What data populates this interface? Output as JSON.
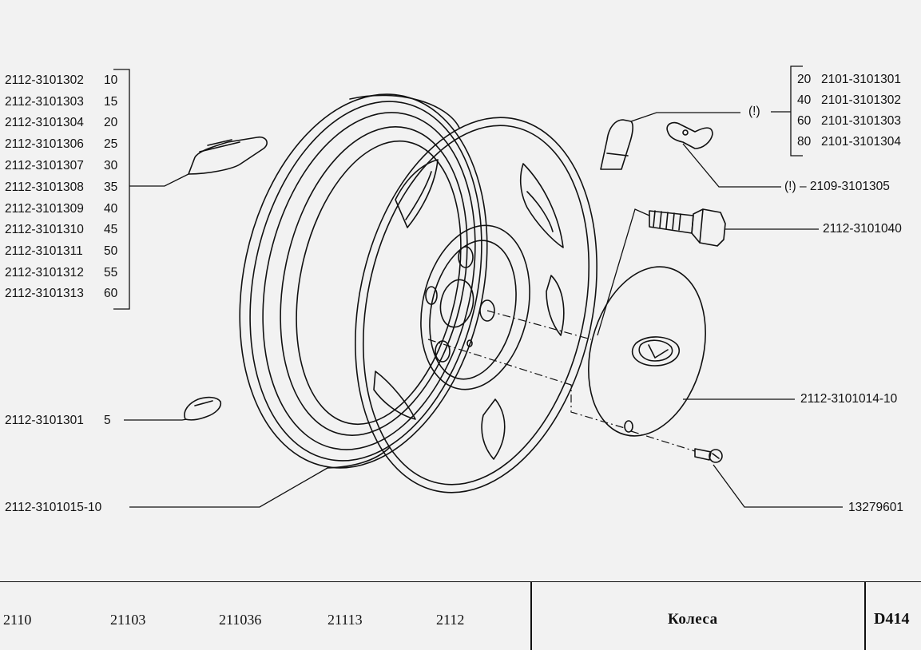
{
  "weights_group": {
    "items": [
      {
        "part": "2112-3101302",
        "qty": "10"
      },
      {
        "part": "2112-3101303",
        "qty": "15"
      },
      {
        "part": "2112-3101304",
        "qty": "20"
      },
      {
        "part": "2112-3101306",
        "qty": "25"
      },
      {
        "part": "2112-3101307",
        "qty": "30"
      },
      {
        "part": "2112-3101308",
        "qty": "35"
      },
      {
        "part": "2112-3101309",
        "qty": "40"
      },
      {
        "part": "2112-3101310",
        "qty": "45"
      },
      {
        "part": "2112-3101311",
        "qty": "50"
      },
      {
        "part": "2112-3101312",
        "qty": "55"
      },
      {
        "part": "2112-3101313",
        "qty": "60"
      }
    ]
  },
  "small_weight": {
    "part": "2112-3101301",
    "qty": "5"
  },
  "rim": {
    "part": "2112-3101015-10"
  },
  "right_group": {
    "marker": "(!)",
    "items": [
      {
        "qty": "20",
        "part": "2101-3101301"
      },
      {
        "qty": "40",
        "part": "2101-3101302"
      },
      {
        "qty": "60",
        "part": "2101-3101303"
      },
      {
        "qty": "80",
        "part": "2101-3101304"
      }
    ]
  },
  "clip": {
    "marker": "(!)",
    "dash": "–",
    "part": "2109-3101305"
  },
  "bolt": {
    "part": "2112-3101040"
  },
  "hubcap": {
    "part": "2112-3101014-10"
  },
  "screw": {
    "part": "13279601"
  },
  "footer": {
    "models": [
      "2110",
      "21103",
      "211036",
      "21113",
      "2112"
    ],
    "title": "Колеса",
    "code": "D414"
  }
}
